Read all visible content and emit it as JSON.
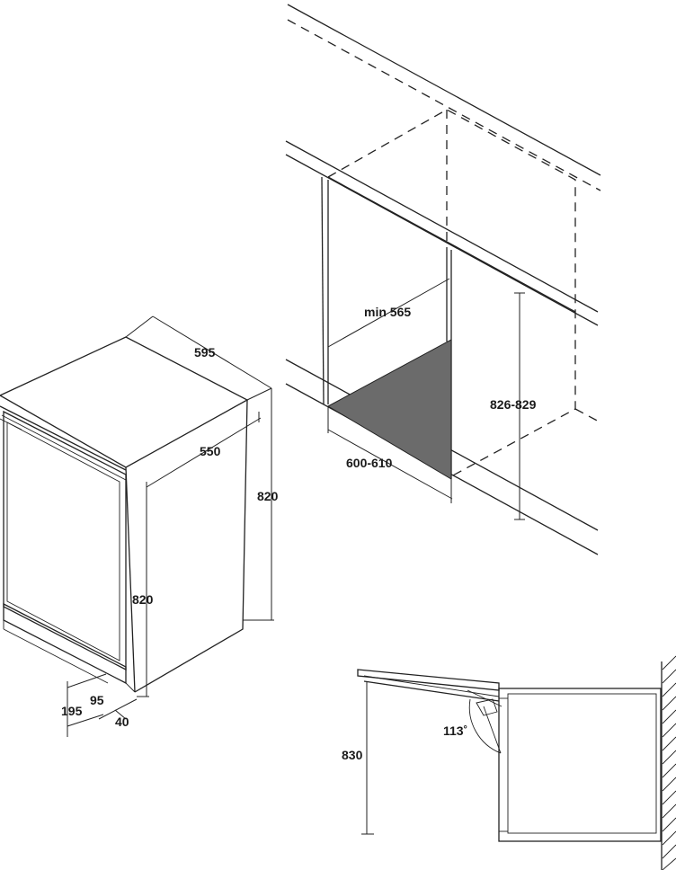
{
  "diagram": {
    "appliance_view": {
      "width_label": "595",
      "depth_label": "550",
      "height_label": "820",
      "front_height_label": "820",
      "plinth_height_label": "195",
      "plinth_offset_label": "95",
      "plinth_depth_label": "40"
    },
    "niche_view": {
      "min_depth_label": "min 565",
      "width_label": "600-610",
      "height_label": "826-829"
    },
    "door_view": {
      "height_label": "830",
      "angle_label": "113˚"
    }
  }
}
